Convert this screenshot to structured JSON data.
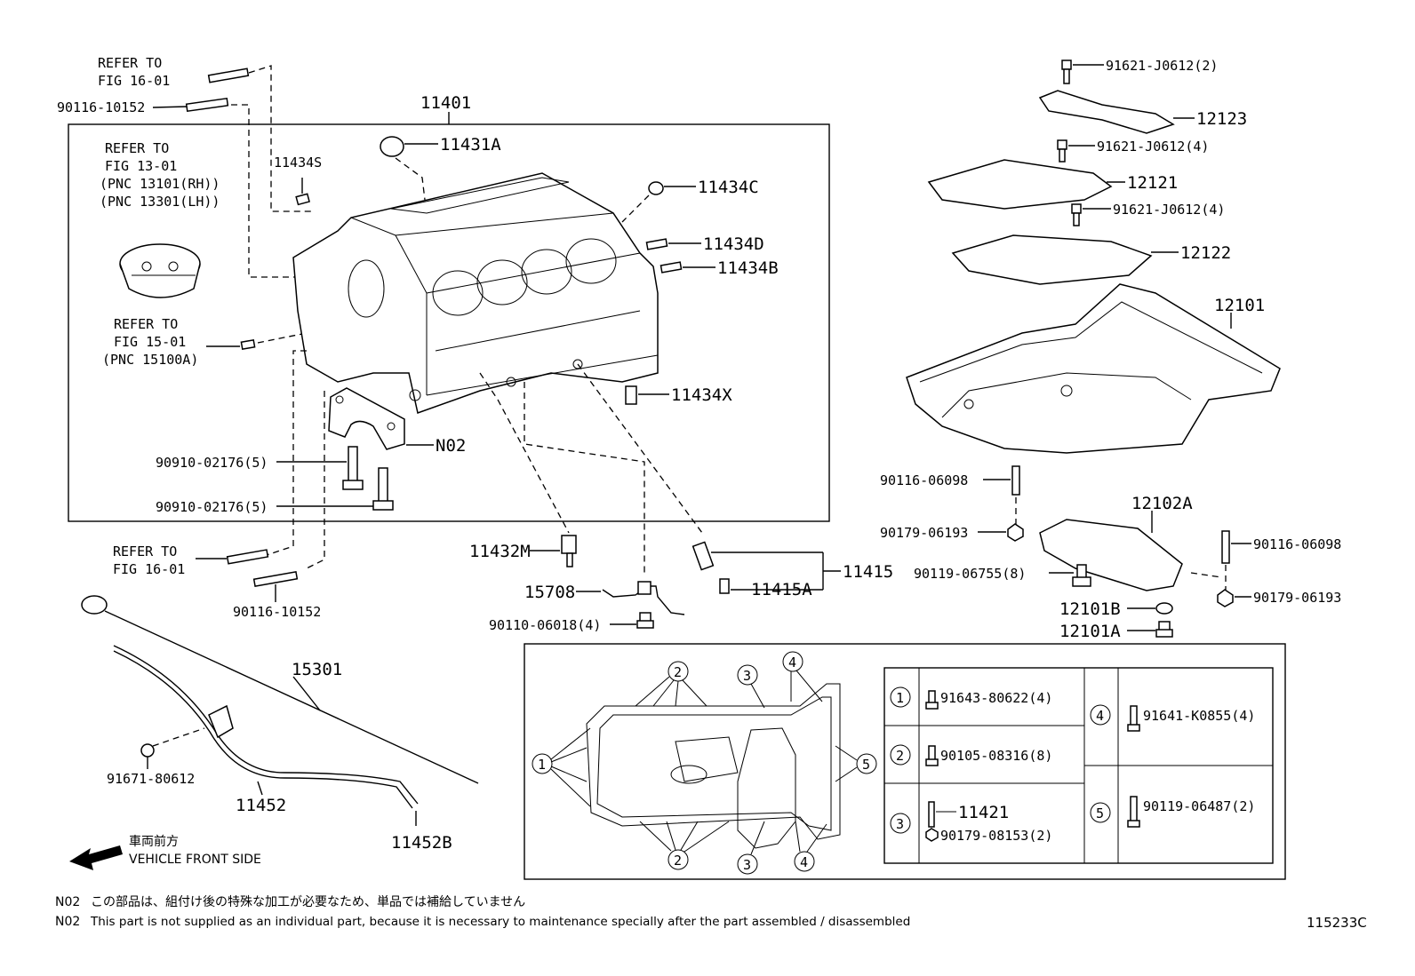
{
  "labels": {
    "refer_fig16_top_1": "REFER TO",
    "refer_fig16_top_2": "FIG 16-01",
    "p90116_10152_top": "90116-10152",
    "p11401": "11401",
    "p11431A": "11431A",
    "refer_fig13_1": "REFER TO",
    "refer_fig13_2": "FIG 13-01",
    "refer_fig13_3": "(PNC 13101(RH))",
    "refer_fig13_4": "(PNC 13301(LH))",
    "p11434S": "11434S",
    "p11434C": "11434C",
    "p11434D": "11434D",
    "p11434B": "11434B",
    "refer_fig15_1": "REFER TO",
    "refer_fig15_2": "FIG 15-01",
    "refer_fig15_3": "(PNC 15100A)",
    "p11434X": "11434X",
    "pN02": "N02",
    "p90910_02176_a": "90910-02176(5)",
    "p90910_02176_b": "90910-02176(5)",
    "refer_fig16_bot_1": "REFER TO",
    "refer_fig16_bot_2": "FIG 16-01",
    "p90116_10152_bot": "90116-10152",
    "p11432M": "11432M",
    "p15708": "15708",
    "p90110_06018": "90110-06018(4)",
    "p11415": "11415",
    "p11415A": "11415A",
    "p15301": "15301",
    "p91671_80612": "91671-80612",
    "p11452": "11452",
    "p11452B": "11452B",
    "p91621_J0612_2": "91621-J0612(2)",
    "p12123": "12123",
    "p91621_J0612_4a": "91621-J0612(4)",
    "p12121": "12121",
    "p91621_J0612_4b": "91621-J0612(4)",
    "p12122": "12122",
    "p12101": "12101",
    "p90116_06098_a": "90116-06098",
    "p12102A": "12102A",
    "p90179_06193_a": "90179-06193",
    "p90116_06098_b": "90116-06098",
    "p90119_06755": "90119-06755(8)",
    "p90179_06193_b": "90179-06193",
    "p12101B": "12101B",
    "p12101A": "12101A"
  },
  "bolt_table": {
    "rows": [
      {
        "num": "1",
        "part": "91643-80622(4)"
      },
      {
        "num": "2",
        "part": "90105-08316(8)"
      },
      {
        "num": "3",
        "part": "11421",
        "part2": "90179-08153(2)"
      },
      {
        "num": "4",
        "part": "91641-K0855(4)"
      },
      {
        "num": "5",
        "part": "90119-06487(2)"
      }
    ]
  },
  "callouts": {
    "c1": "1",
    "c2a": "2",
    "c2b": "2",
    "c3a": "3",
    "c3b": "3",
    "c4a": "4",
    "c4b": "4",
    "c5": "5"
  },
  "front": {
    "jp": "車両前方",
    "en": "VEHICLE FRONT SIDE"
  },
  "notes": {
    "n02_jp_code": "N02",
    "n02_jp": "この部品は、組付け後の特殊な加工が必要なため、単品では補給していません",
    "n02_en_code": "N02",
    "n02_en": "This part is not supplied as an individual part, because it is necessary to maintenance specially after the part assembled / disassembled"
  },
  "figure_id": "115233C"
}
